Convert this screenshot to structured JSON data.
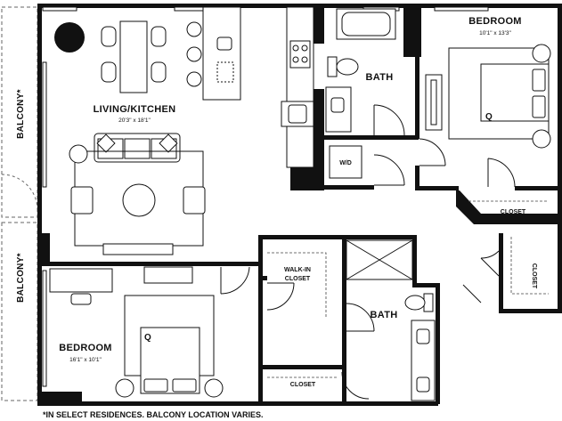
{
  "rooms": {
    "living": {
      "name": "LIVING/KITCHEN",
      "dims": "20'3\" x 18'1\""
    },
    "bedroom1": {
      "name": "BEDROOM",
      "dims": "10'1\" x 13'3\""
    },
    "bedroom2": {
      "name": "BEDROOM",
      "dims": "16'1\" x 10'1\""
    },
    "bath1": {
      "name": "BATH"
    },
    "bath2": {
      "name": "BATH"
    }
  },
  "labels": {
    "balcony_top": "BALCONY*",
    "balcony_bottom": "BALCONY*",
    "wd": "W/D",
    "walkin_line1": "WALK-IN",
    "walkin_line2": "CLOSET",
    "closet_bed1": "CLOSET",
    "closet_hall": "CLOSET",
    "closet_bed2": "CLOSET",
    "bed_size_1": "Q",
    "bed_size_2": "Q"
  },
  "footnote": "*IN SELECT RESIDENCES. BALCONY LOCATION VARIES."
}
